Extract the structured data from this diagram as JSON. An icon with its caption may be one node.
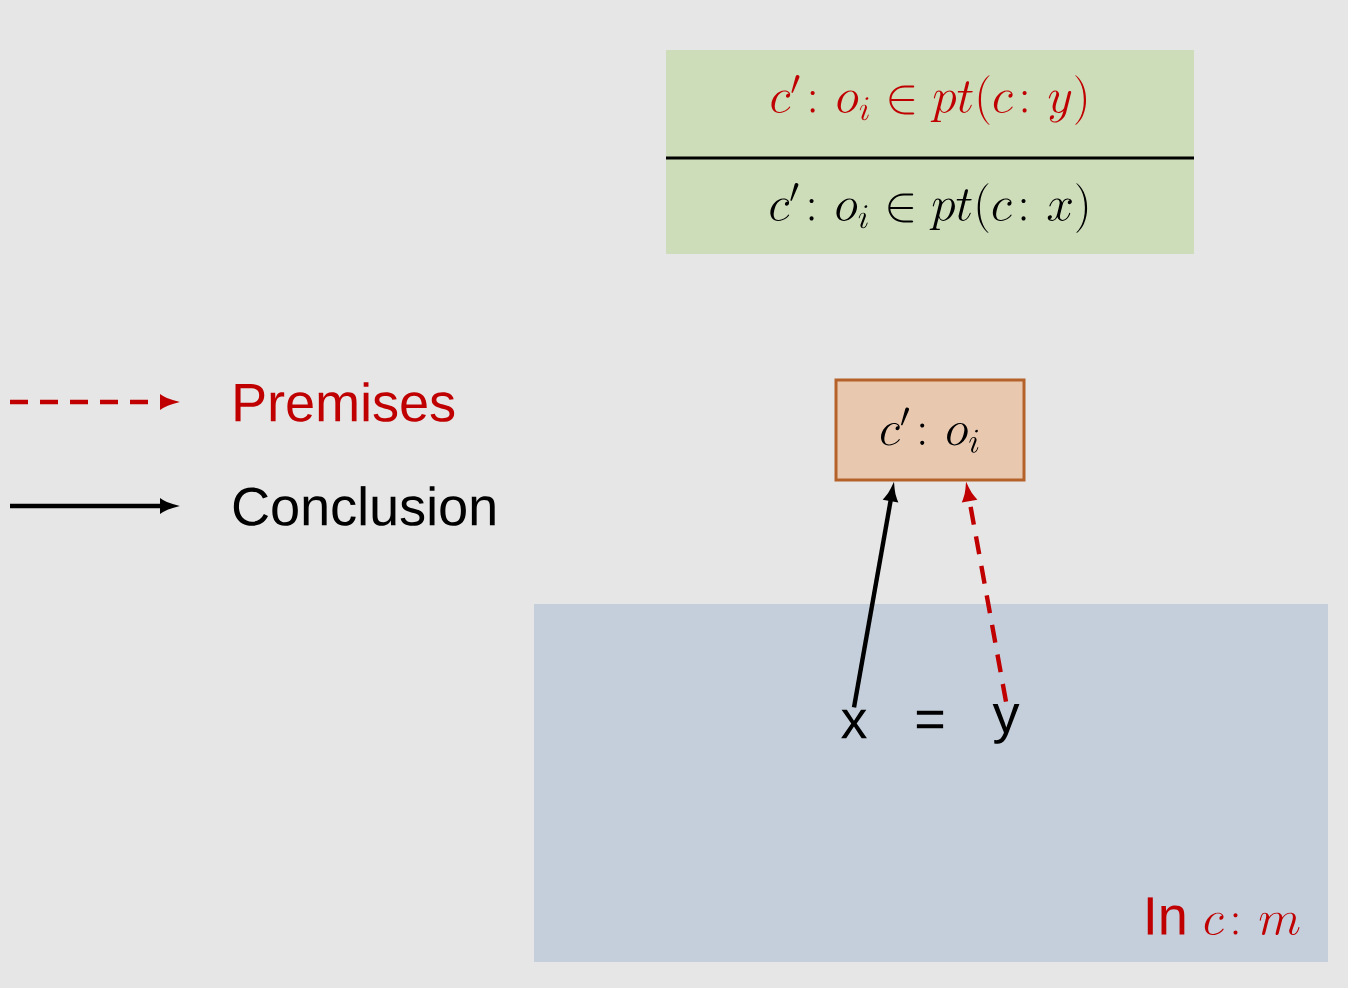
{
  "diagram": {
    "nodes": [
      {
        "text": [
          "c'\\colon o_i \\in pt(c\\colon y)",
          "c'\\colon o_i \\in pt(c\\colon x)"
        ]
      },
      {
        "text": [
          "\\text{In } c\\colon m"
        ]
      },
      {
        "text": [
          "c'\\colon o_i"
        ]
      },
      {
        "text": [
          "x"
        ],
        "in": 1
      },
      {
        "text": [
          "y"
        ],
        "in": 1
      }
    ],
    "edges": [
      {
        "from": 3,
        "to": 2,
        "arrow": "to"
      },
      {
        "from": 4,
        "to": 2,
        "arrow": "to",
        "style": "dashed",
        "color": "#c00000"
      }
    ],
    "labels": [
      "="
    ],
    "legend": [
      {
        "text": "Premises"
      },
      {
        "text": "Conclusion"
      }
    ]
  }
}
